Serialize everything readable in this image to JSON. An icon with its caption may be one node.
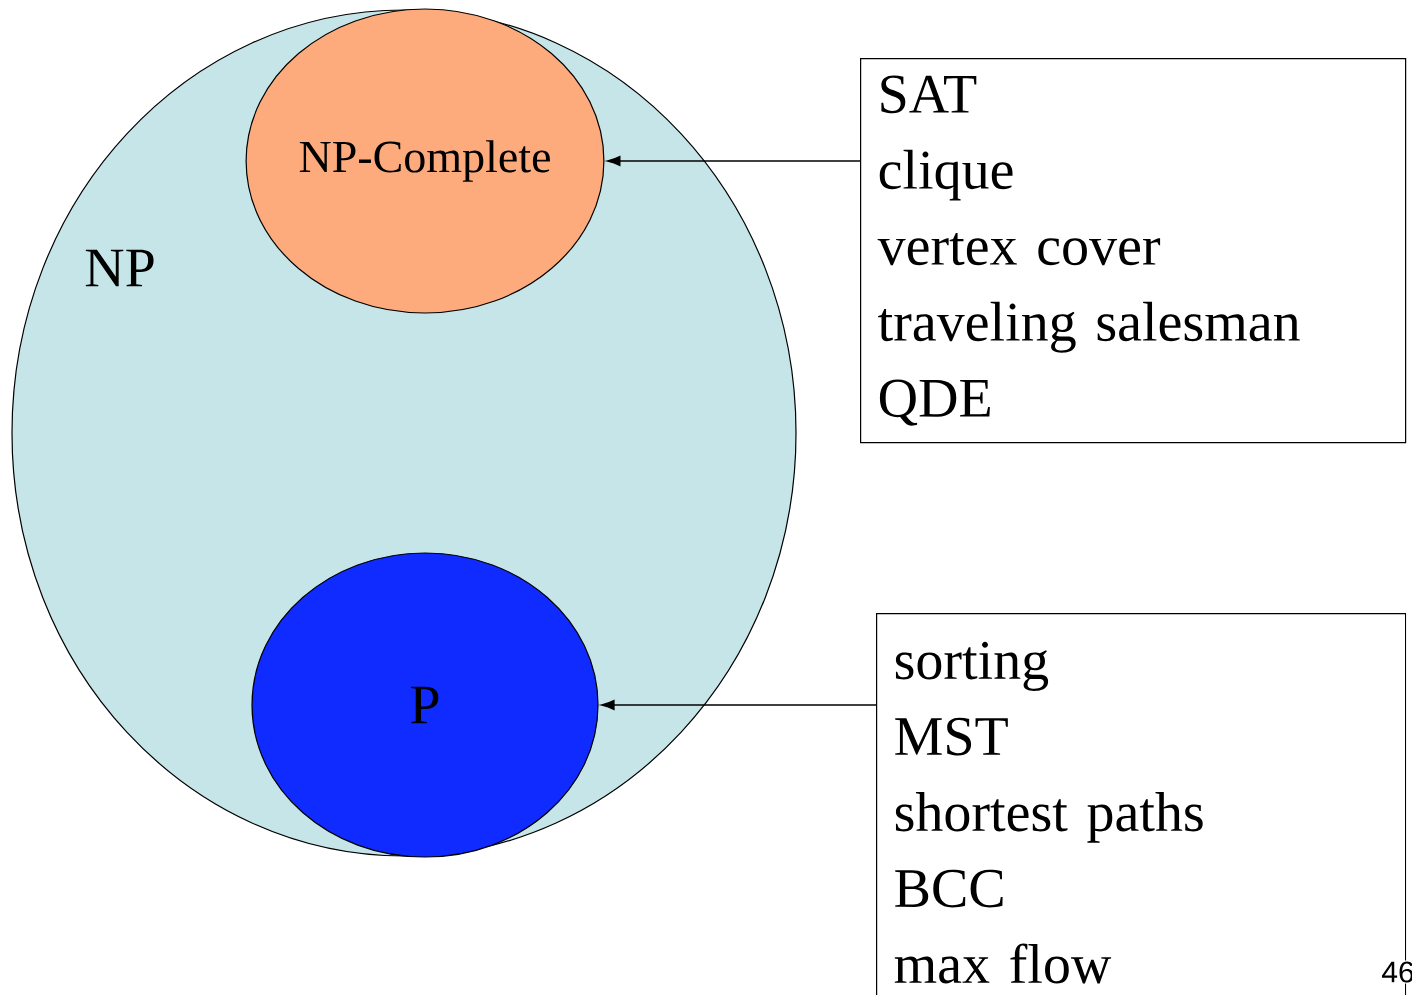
{
  "diagram": {
    "nodes": [
      {
        "text": [
          "NP"
        ]
      },
      {
        "text": [
          "NP-Complete"
        ],
        "in": 0
      },
      {
        "text": [
          "P"
        ],
        "in": 0
      },
      {
        "text": [
          "SAT",
          "clique",
          "vertex cover",
          "traveling salesman",
          "QDE"
        ]
      },
      {
        "text": [
          "sorting",
          "MST",
          "shortest paths",
          "BCC",
          "max flow"
        ]
      }
    ],
    "edges": [
      {
        "from": 3,
        "to": 1,
        "arrow": "to"
      },
      {
        "from": 4,
        "to": 2,
        "arrow": "to"
      }
    ],
    "labels": [
      "46"
    ]
  }
}
